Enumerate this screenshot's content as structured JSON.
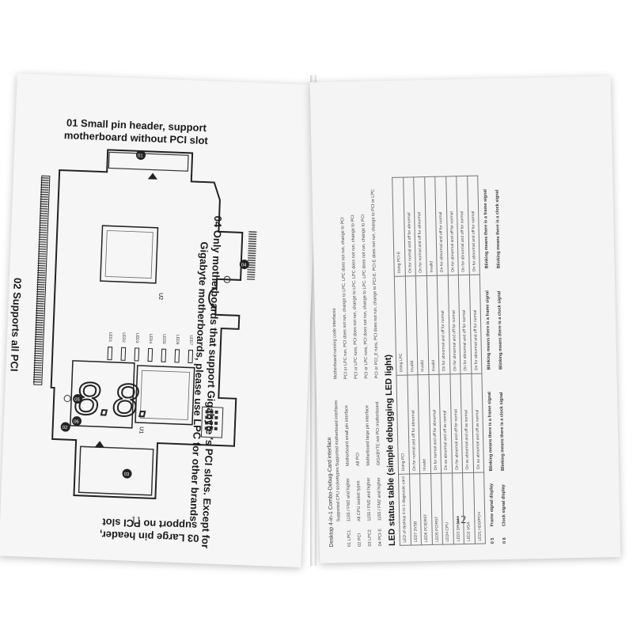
{
  "left_page": {
    "label_01": [
      "01 Small pin header, support",
      "motherboard without PCI slot"
    ],
    "label_02": "02 Supports all PCI",
    "label_03": [
      "03 Large pin header,",
      "support no PCI slot"
    ],
    "label_04": [
      "04 Only motherboards that support Gigabyte 's PCI slots. Except for",
      "Gigabyte motherboards, please use LPC for other brands"
    ],
    "page_number": "11",
    "board": {
      "chip_labels": [
        "U2",
        "U1"
      ],
      "led_labels": [
        "LED7",
        "LED6",
        "LED5",
        "LED4",
        "LED3",
        "LED2",
        "LED1"
      ],
      "markers": [
        "01",
        "02",
        "03",
        "04",
        "05",
        "06"
      ],
      "display_digits": "8.8."
    }
  },
  "right_page": {
    "title": "Desktop 4-in-1 Combo-Debug-Card interface",
    "header_row": [
      "Supported CPU sockettypes",
      "Supported motherboard interfaces",
      "Motherboard running code interfaces"
    ],
    "interface_rows": [
      [
        "01 LPC1",
        "1155 / FM2 and higher",
        "Motherboard small pin interface",
        "PCI or LPC run, PCI does not run, change to LPC. LPC does not run, change to PCI"
      ],
      [
        "02 PCI",
        "All CPU socket types",
        "All PCI",
        "PCI or LPC runs, PCI does not run, change to LPC. LPC does not run, change to PCI"
      ],
      [
        "03 LPC2",
        "1155 / FM2 and higher",
        "Motherboard large pin interface",
        "PCI or LPC runs, PCI does not run, change to LPC. LPC does not run, change to PCI"
      ],
      [
        "04 PCI-E",
        "1155 / FM2 and higher",
        "GIGABYTE not PCI motherboard",
        "PCI or PCI_E runs, PCI does not run, change to PCI-E. PCI-E does not run, change to PCI or LPC"
      ]
    ],
    "led_heading": "LED status table (simple debugging LED light)",
    "led_table": [
      [
        "LED of desktop 4-in-1 diagnostic card",
        "Using PCI",
        "Using LPC",
        "Using PCI-E"
      ],
      [
        "LED7 3VSB",
        "On for normal and off for abnormal",
        "Invalid",
        "On for normal and off for abnormal"
      ],
      [
        "LED6 PCIERST",
        "Invalid",
        "Invalid",
        "On for normal and off for abnormal"
      ],
      [
        "LED5 PCIRST",
        "On for normal and off for abnormal",
        "Invalid",
        "Invalid"
      ],
      [
        "LED4 CPU",
        "On as abnormal and off as normal",
        "On for abnormal and off for normal",
        "On for abnormal and off for normal"
      ],
      [
        "LED3 DRAM",
        "On for abnormal and off for normal",
        "On for abnormal and off for normal",
        "On for abnormal and off for normal"
      ],
      [
        "LED2 VGA",
        "On as abnormal and off as normal",
        "On for abnormal and off for normal",
        "On for abnormal and off for normal"
      ],
      [
        "LED1 HDD/PCH",
        "On as abnormal and off as normal",
        "On for abnormal and off for normal",
        "On for abnormal and off for normal"
      ]
    ],
    "signal_rows": [
      [
        "0 5",
        "Frame signal display",
        "Blinking means there is a frame signal",
        "Blinking means there is a frame signal",
        "Blinking means there is a frame signal"
      ],
      [
        "0 6",
        "Clock signal display",
        "Blinking means there is a clock signal",
        "Blinking means there is a clock signal",
        "Blinking means there is a clock signal"
      ]
    ],
    "page_number": "12"
  }
}
